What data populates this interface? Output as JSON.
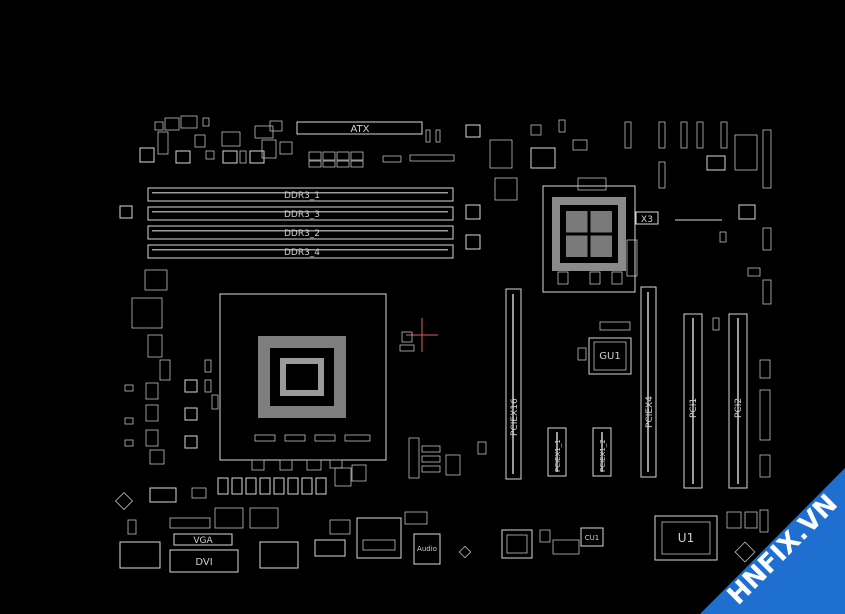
{
  "diagram": {
    "labels": {
      "atx": "ATX",
      "ddr1": "DDR3_1",
      "ddr2": "DDR3_2",
      "ddr3": "DDR3_3",
      "ddr4": "DDR3_4",
      "x3": "X3",
      "gu1": "GU1",
      "pciex16": "PCIEX16",
      "pciex4": "PCIEX4",
      "pcie1": "PCIEX1_1",
      "pcie2": "PCIEX1_2",
      "pci1": "PCI1",
      "pci2": "PCI2",
      "u1": "U1",
      "vga": "VGA",
      "dvi": "DVI",
      "audio": "Audio",
      "cu1": "CU1"
    },
    "watermark": {
      "brand": "HNFIX.VN",
      "color": "#1f6fd1"
    },
    "colors": {
      "background": "#000000",
      "outline": "#d8d8d8",
      "crosshair": "#e05a6a"
    }
  }
}
